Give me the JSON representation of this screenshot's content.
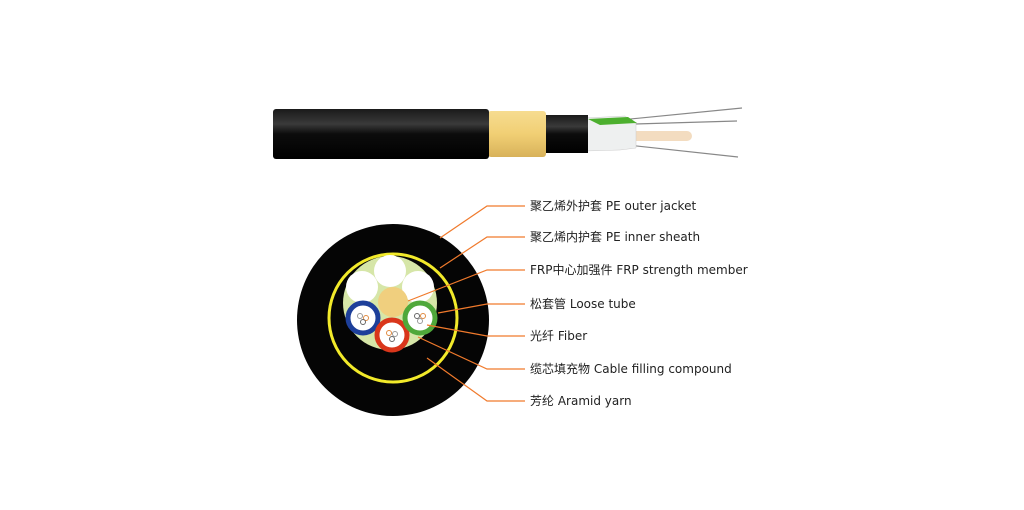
{
  "colors": {
    "jacket": "#0a0a0a",
    "aramid_ring": "#f2ea2a",
    "filling": "#d6e6a8",
    "frp": "#f0cf7e",
    "tube_blue": "#1d3f9a",
    "tube_red": "#d9361b",
    "tube_green": "#4fa83a",
    "leader": "#f07a2c"
  },
  "labels": [
    {
      "zh": "聚乙烯外护套",
      "en": "PE outer jacket"
    },
    {
      "zh": "聚乙烯内护套",
      "en": "PE inner sheath"
    },
    {
      "zh": "FRP中心加强件",
      "en": "FRP strength member"
    },
    {
      "zh": "松套管",
      "en": "Loose tube"
    },
    {
      "zh": "光纤",
      "en": "Fiber"
    },
    {
      "zh": "缆芯填充物",
      "en": "Cable filling compound"
    },
    {
      "zh": "芳纶",
      "en": "Aramid yarn"
    }
  ]
}
